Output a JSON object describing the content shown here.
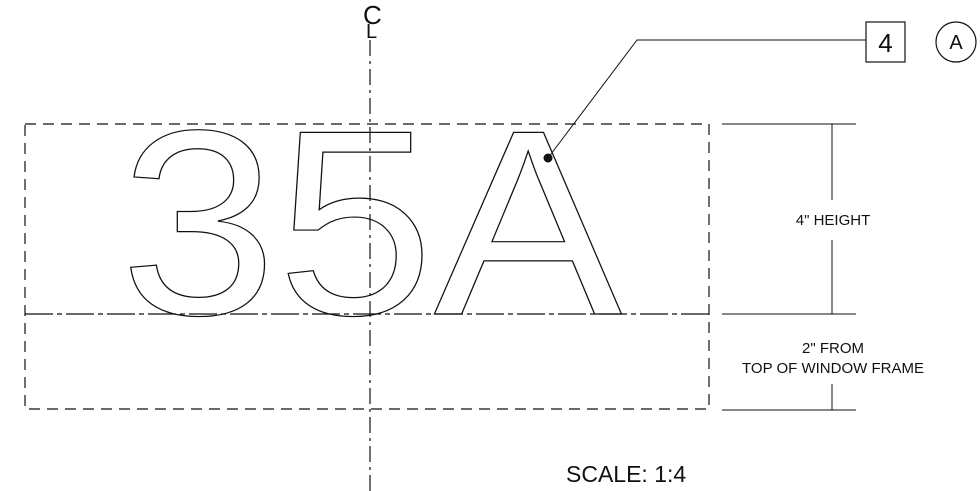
{
  "centerline": {
    "symbol": "C",
    "sub": "L"
  },
  "callout": {
    "number": "4",
    "detail": "A"
  },
  "sign": {
    "text": "35A"
  },
  "dimensions": {
    "height_label": "4\" HEIGHT",
    "offset_label_line1": "2\" FROM",
    "offset_label_line2": "TOP OF WINDOW FRAME"
  },
  "scale": "SCALE: 1:4",
  "colors": {
    "ink": "#111111",
    "background": "#ffffff"
  }
}
